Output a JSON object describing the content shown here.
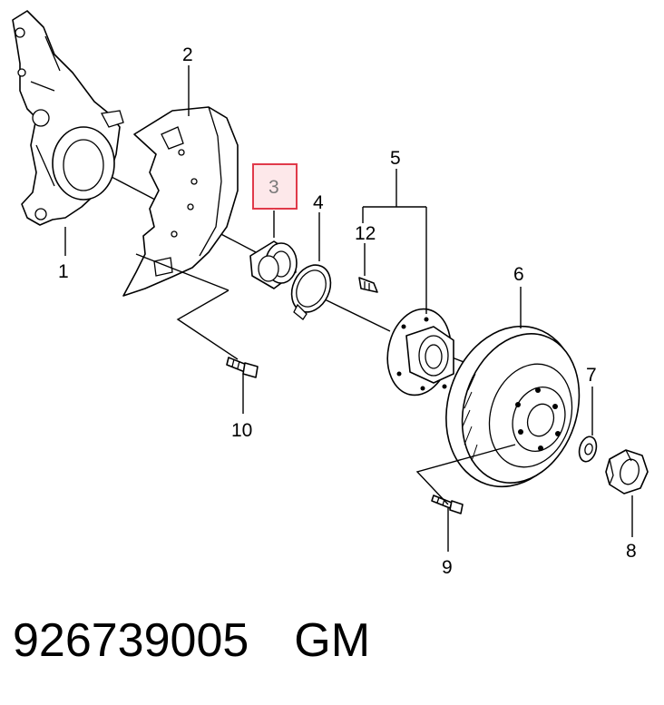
{
  "callouts": [
    {
      "id": "1",
      "label": "1"
    },
    {
      "id": "2",
      "label": "2"
    },
    {
      "id": "3",
      "label": "3",
      "highlighted": true
    },
    {
      "id": "4",
      "label": "4"
    },
    {
      "id": "5",
      "label": "5"
    },
    {
      "id": "6",
      "label": "6"
    },
    {
      "id": "7",
      "label": "7"
    },
    {
      "id": "8",
      "label": "8"
    },
    {
      "id": "9",
      "label": "9"
    },
    {
      "id": "10",
      "label": "10"
    },
    {
      "id": "12",
      "label": "12"
    }
  ],
  "highlight_color": "#e03a4a",
  "highlight_fill": "#fde8ea",
  "footer": {
    "part_number": "926739005",
    "brand": "GM"
  }
}
